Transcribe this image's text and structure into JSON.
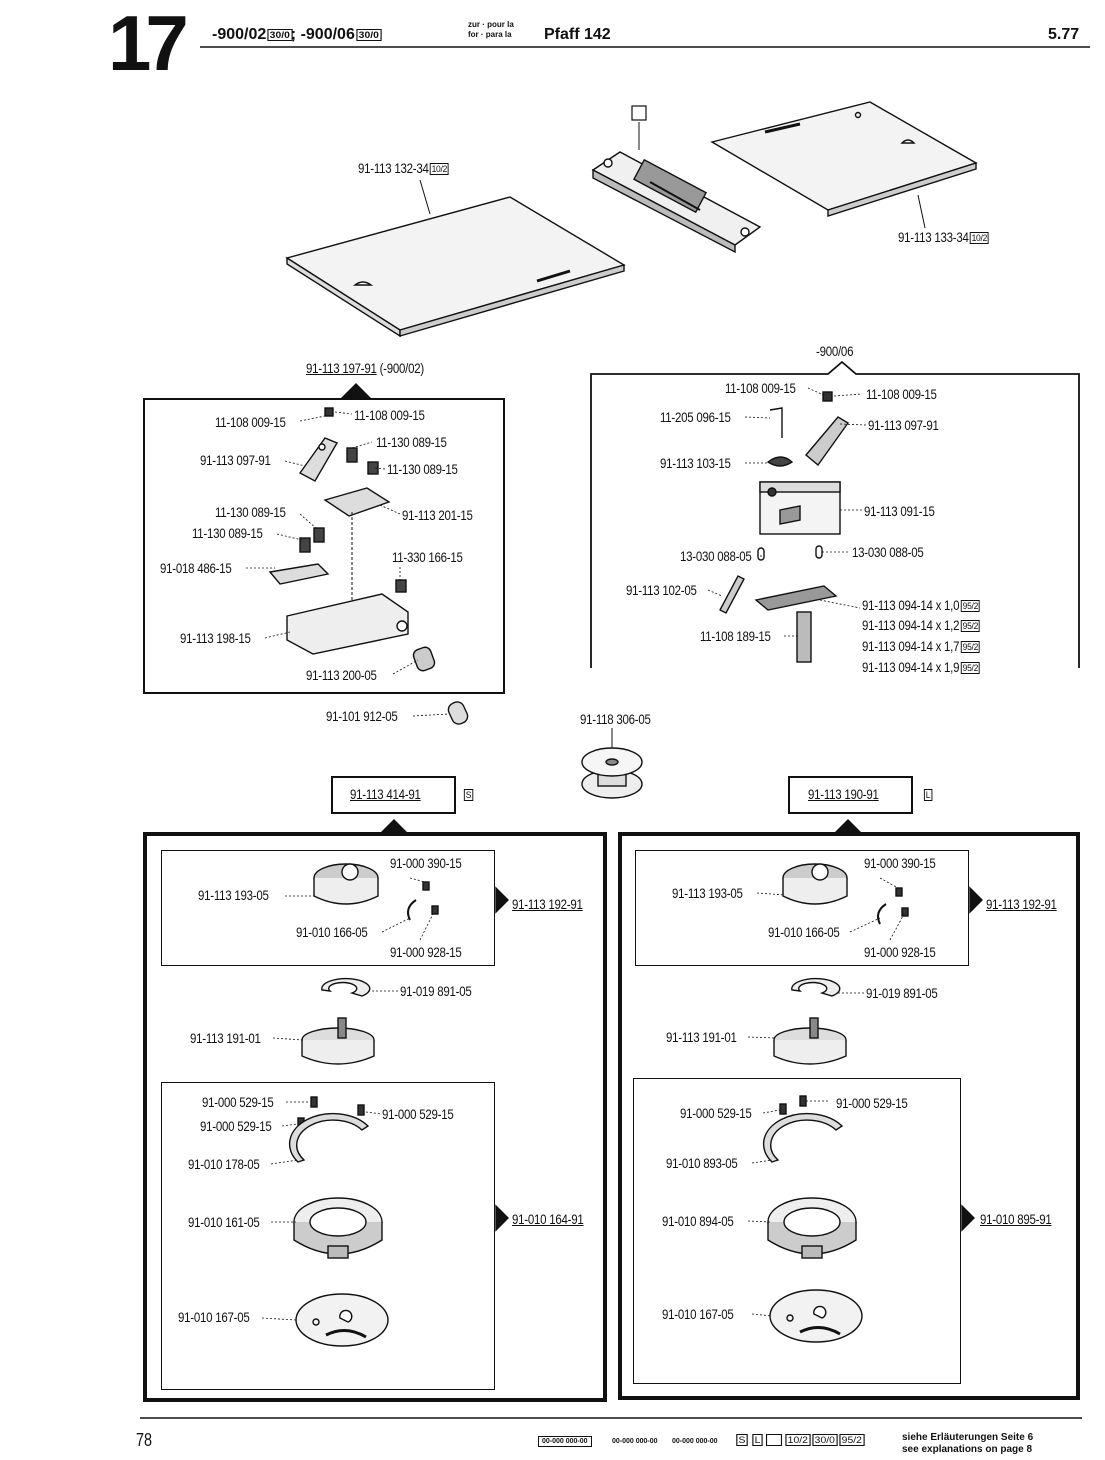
{
  "header": {
    "section": "17",
    "models_a": "-900/02",
    "tag_a": "30/0",
    "sep": ";",
    "models_b": "-900/06",
    "tag_b": "30/0",
    "zur_line1": "zur · pour la",
    "zur_line2": "for · para la",
    "machine": "Pfaff 142",
    "date": "5.77"
  },
  "top": {
    "plate_left": "91-113 132-34",
    "plate_left_tag": "10/2",
    "plate_right": "91-113 133-34",
    "plate_right_tag": "10/2"
  },
  "left_group": {
    "title": "91-113 197-91",
    "title_note": "(-900/02)",
    "labels": [
      "11-108 009-15",
      "11-108 009-15",
      "91-113 097-91",
      "11-130 089-15",
      "11-130 089-15",
      "11-130 089-15",
      "11-130 089-15",
      "91-113 201-15",
      "91-018 486-15",
      "11-330 166-15",
      "91-113 198-15",
      "91-113 200-05"
    ]
  },
  "right_group": {
    "title": "-900/06",
    "labels": [
      "11-108 009-15",
      "11-108 009-15",
      "11-205 096-15",
      "91-113 097-91",
      "91-113 103-15",
      "91-113 091-15",
      "13-030 088-05",
      "13-030 088-05",
      "91-113 102-05",
      "11-108 189-15"
    ],
    "variants": [
      {
        "label": "91-113 094-14 x 1,0",
        "tag": "95/2"
      },
      {
        "label": "91-113 094-14 x 1,2",
        "tag": "95/2"
      },
      {
        "label": "91-113 094-14 x 1,7",
        "tag": "95/2"
      },
      {
        "label": "91-113 094-14 x 1,9",
        "tag": "95/2"
      }
    ]
  },
  "middle": {
    "screw": "91-101 912-05",
    "bobbin": "91-118 306-05"
  },
  "hook_left": {
    "title": "91-113 414-91",
    "tag": "S",
    "case_assembly": "91-113 192-91",
    "case_labels": [
      "91-000 390-15",
      "91-113 193-05",
      "91-010 166-05",
      "91-000 928-15"
    ],
    "spring": "91-019 891-05",
    "base": "91-113 191-01",
    "hook_assembly": "91-010 164-91",
    "hook_labels": [
      "91-000 529-15",
      "91-000 529-15",
      "91-000 529-15",
      "91-010 178-05",
      "91-010 161-05",
      "91-010 167-05"
    ]
  },
  "hook_right": {
    "title": "91-113 190-91",
    "tag": "L",
    "case_assembly": "91-113 192-91",
    "case_labels": [
      "91-000 390-15",
      "91-113 193-05",
      "91-010 166-05",
      "91-000 928-15"
    ],
    "spring": "91-019 891-05",
    "base": "91-113 191-01",
    "hook_assembly": "91-010 895-91",
    "hook_labels": [
      "91-000 529-15",
      "91-000 529-15",
      "91-010 893-05",
      "91-010 894-05",
      "91-010 167-05"
    ]
  },
  "footer": {
    "page": "78",
    "code_a": "00-000 000-00",
    "code_b": "00-000 000-00",
    "code_c": "00-000 000-00",
    "tags": [
      "S",
      "L",
      "",
      "10/2",
      "30/0",
      "95/2"
    ],
    "note_de": "siehe Erläuterungen Seite 6",
    "note_en": "see explanations on page 8"
  }
}
